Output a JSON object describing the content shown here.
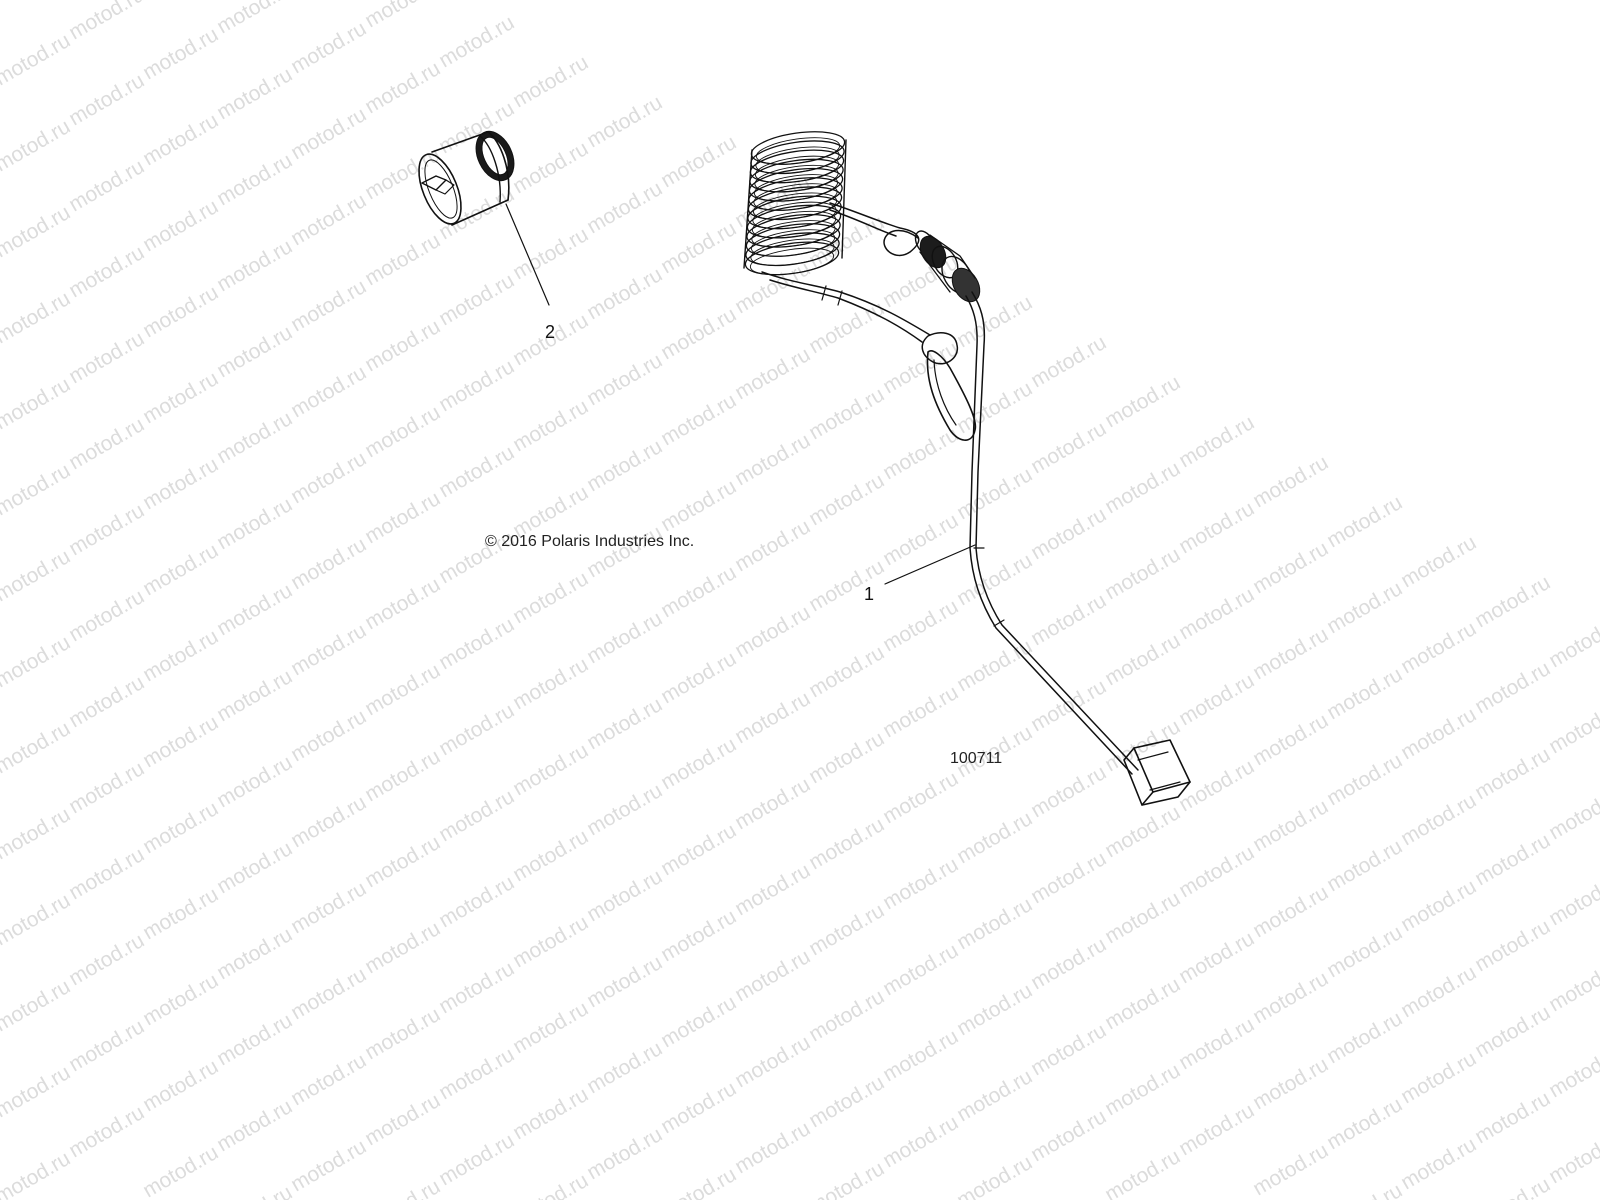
{
  "watermark": {
    "text": "motod.ru",
    "color": "#dcdcdc"
  },
  "copyright": "© 2016 Polaris Industries Inc.",
  "figure_number": "100711",
  "parts": [
    {
      "callout": "1",
      "icon": "tether-coil-cord-icon"
    },
    {
      "callout": "2",
      "icon": "cap-clamp-icon"
    }
  ],
  "colors": {
    "line": "#111111",
    "background": "#ffffff"
  }
}
